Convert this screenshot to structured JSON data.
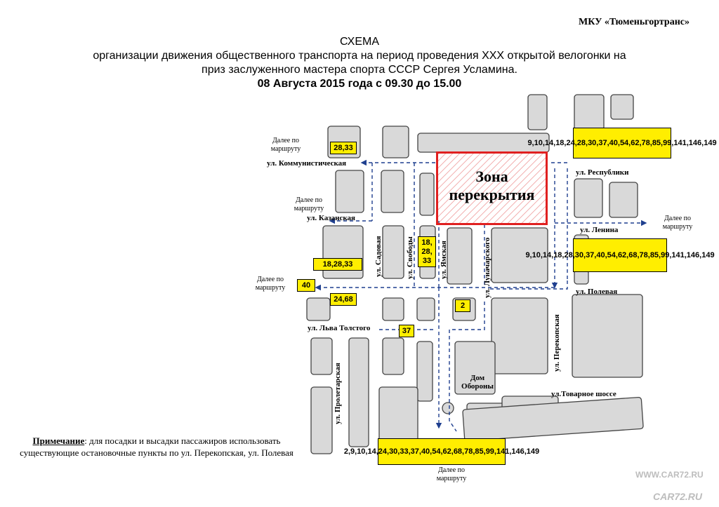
{
  "header": {
    "org": "МКУ «Тюменьгортранс»",
    "title": "СХЕМА",
    "line1": "организации движения общественного транспорта на период проведения XXX открытой велогонки на",
    "line2": "приз заслуженного мастера спорта СССР Сергея Усламина.",
    "date": "08 Августа 2015 года с 09.30 до 15.00"
  },
  "zone": {
    "line1": "Зона",
    "line2": "перекрытия",
    "color": "#e02020"
  },
  "streets": {
    "kommunisticheskaya": "ул. Коммунистическая",
    "kazanskaya": "ул. Казанская",
    "respubliki": "ул. Республики",
    "lenina": "ул. Ленина",
    "polevaya": "ул. Полевая",
    "lva_tolstogo": "ул. Льва Толстого",
    "tovarnoe": "ул.Товарное шоссе",
    "sadovaya": "ул. Садовая",
    "svobody": "ул. Свободы",
    "yamskaya": "ул. Ямская",
    "lunacharskogo": "ул. Луначарского",
    "perekopskaya": "ул. Перекопская",
    "proletarskaya": "ул. Пролетарская"
  },
  "building": {
    "name_line1": "Дом",
    "name_line2": "Обороны"
  },
  "further": {
    "line1": "Далее по",
    "line2": "маршруту"
  },
  "routes": {
    "r1": "28,33",
    "r2": "9,10,14,18,24,28,30,37,40,54,62,78,85,99,141,146,149",
    "r3": "18,28,33",
    "r4": "18,28,33",
    "r5": "9,10,14,18,28,30,37,40,54,62,68,78,85,99,141,146,149",
    "r6": "40",
    "r7": "24,68",
    "r8": "2",
    "r9": "37",
    "r10": "2,9,10,14,24,30,33,37,40,54,62,68,78,85,99,141,146,149"
  },
  "note": {
    "label": "Примечание",
    "text": "для посадки и высадки пассажиров использовать существующие остановочные пункты по ул. Перекопская, ул. Полевая"
  },
  "watermark": {
    "url": "WWW.CAR72.RU",
    "logo": "CAR72.RU"
  },
  "colors": {
    "route_box": "#ffee00",
    "arrows": "#1f3f8f",
    "blocks": "#d9d9d9"
  }
}
